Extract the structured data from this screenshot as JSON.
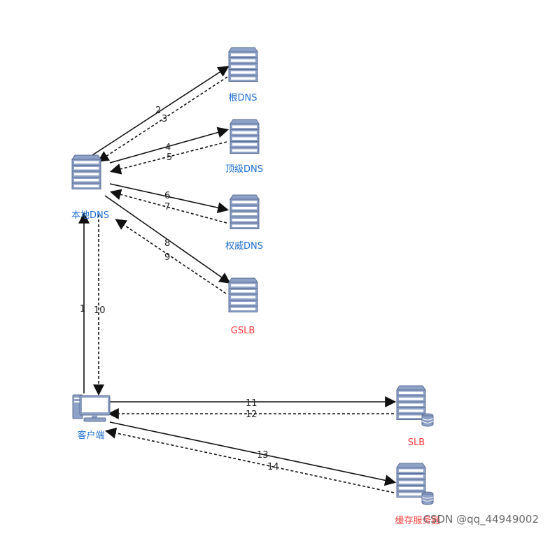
{
  "diagram": {
    "nodes": {
      "root_dns": {
        "label": "根DNS",
        "color": "#1f6fd1",
        "icon": "server-icon"
      },
      "tld_dns": {
        "label": "顶级DNS",
        "color": "#1f6fd1",
        "icon": "server-icon"
      },
      "local_dns": {
        "label": "本地DNS",
        "color": "#1f6fd1",
        "icon": "server-icon"
      },
      "auth_dns": {
        "label": "权威DNS",
        "color": "#1f6fd1",
        "icon": "server-icon"
      },
      "gslb": {
        "label": "GSLB",
        "color": "#ff3b3b",
        "icon": "server-icon"
      },
      "client": {
        "label": "客户端",
        "color": "#1f6fd1",
        "icon": "client-computer-icon"
      },
      "slb": {
        "label": "SLB",
        "color": "#ff3b3b",
        "icon": "database-server-icon"
      },
      "cache_server": {
        "label": "缓存服务器",
        "color": "#ff3b3b",
        "icon": "database-server-icon"
      }
    },
    "edges": {
      "e1": "1",
      "e2": "2",
      "e3": "3",
      "e4": "4",
      "e5": "5",
      "e6": "6",
      "e7": "7",
      "e8": "8",
      "e9": "9",
      "e10": "10",
      "e11": "11",
      "e12": "12",
      "e13": "13",
      "e14": "14"
    },
    "colors": {
      "server_body": "#8ea1c6",
      "server_stroke": "#5d6f97",
      "server_slot": "#ffffff",
      "edge": "#111111"
    }
  },
  "watermark": "CSDN @qq_44949002"
}
